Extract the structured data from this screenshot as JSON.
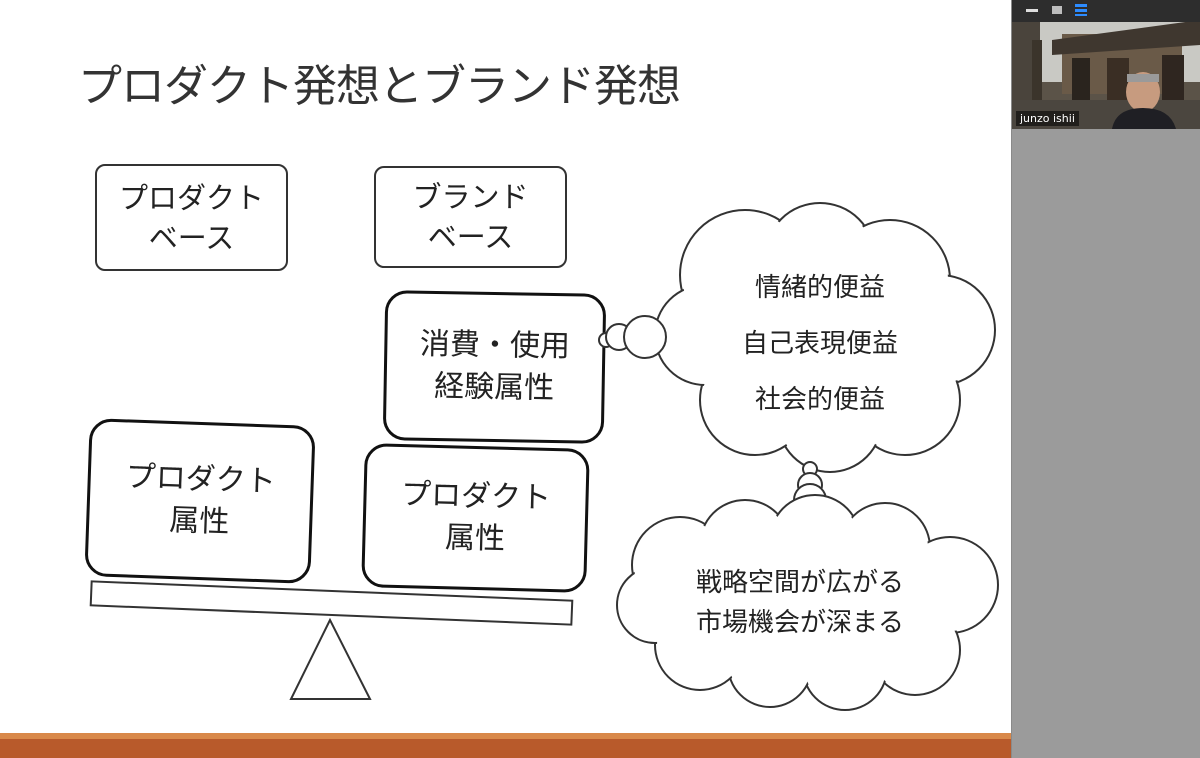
{
  "slide": {
    "title": "プロダクト発想とブランド発想",
    "product_base": [
      "プロダクト",
      "ベース"
    ],
    "brand_base": [
      "ブランド",
      "ベース"
    ],
    "experience_box": [
      "消費・使用",
      "経験属性"
    ],
    "left_attr_box": [
      "プロダクト",
      "属性"
    ],
    "right_attr_box": [
      "プロダクト",
      "属性"
    ],
    "benefits_cloud": [
      "情緒的便益",
      "自己表現便益",
      "社会的便益"
    ],
    "opportunity_cloud": [
      "戦略空間が広がる",
      "市場機会が深まる"
    ]
  },
  "video": {
    "participant_name": "junzo ishii"
  },
  "colors": {
    "bar_light": "#d9894a",
    "bar_dark": "#b85a2b",
    "side_panel": "#9b9b9b",
    "accent_blue": "#2d8cff"
  }
}
